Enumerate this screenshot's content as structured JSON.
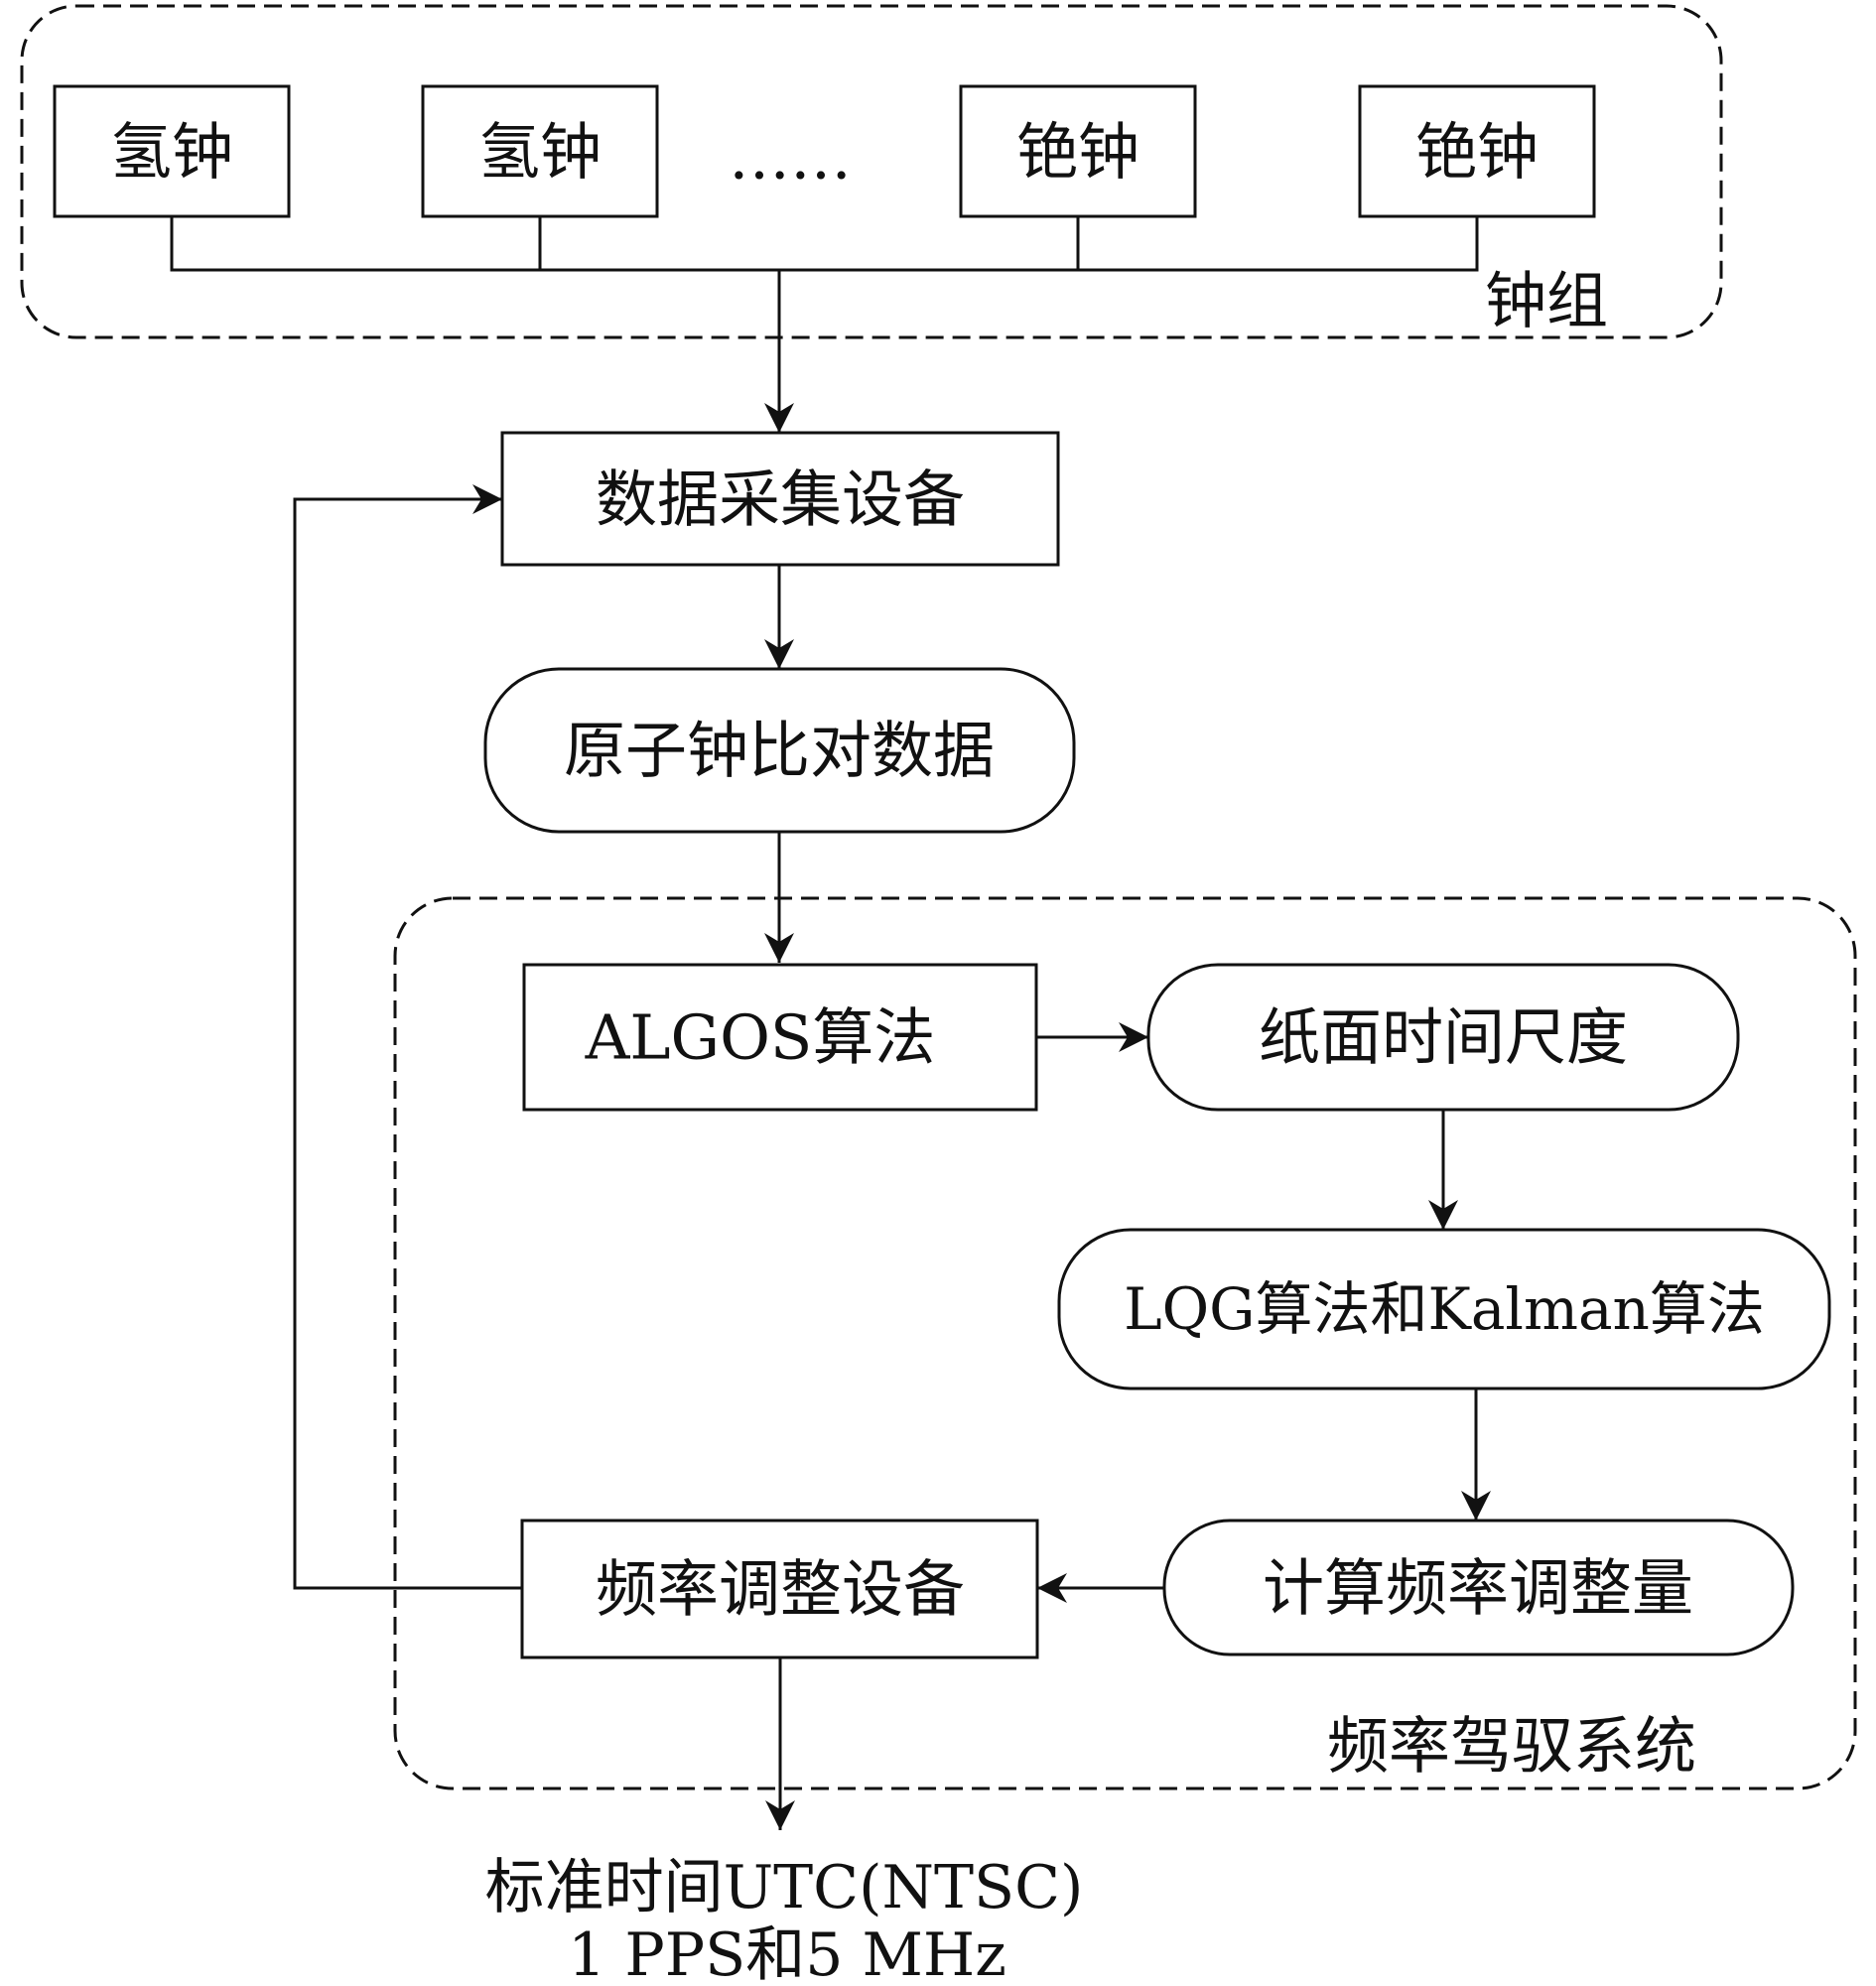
{
  "clock_group": {
    "label": "钟组",
    "clocks": [
      "氢钟",
      "氢钟",
      "铯钟",
      "铯钟"
    ],
    "ellipsis": "……"
  },
  "nodes": {
    "data_acquisition": "数据采集设备",
    "clock_comparison": "原子钟比对数据",
    "algos": "ALGOS算法",
    "paper_timescale": "纸面时间尺度",
    "lqg_kalman": "LQG算法和Kalman算法",
    "compute_adjustment": "计算频率调整量",
    "frequency_adjuster": "频率调整设备"
  },
  "steering_system": {
    "label": "频率驾驭系统"
  },
  "output": {
    "line1": "标准时间UTC(NTSC)",
    "line2": "1 PPS和5 MHz"
  }
}
